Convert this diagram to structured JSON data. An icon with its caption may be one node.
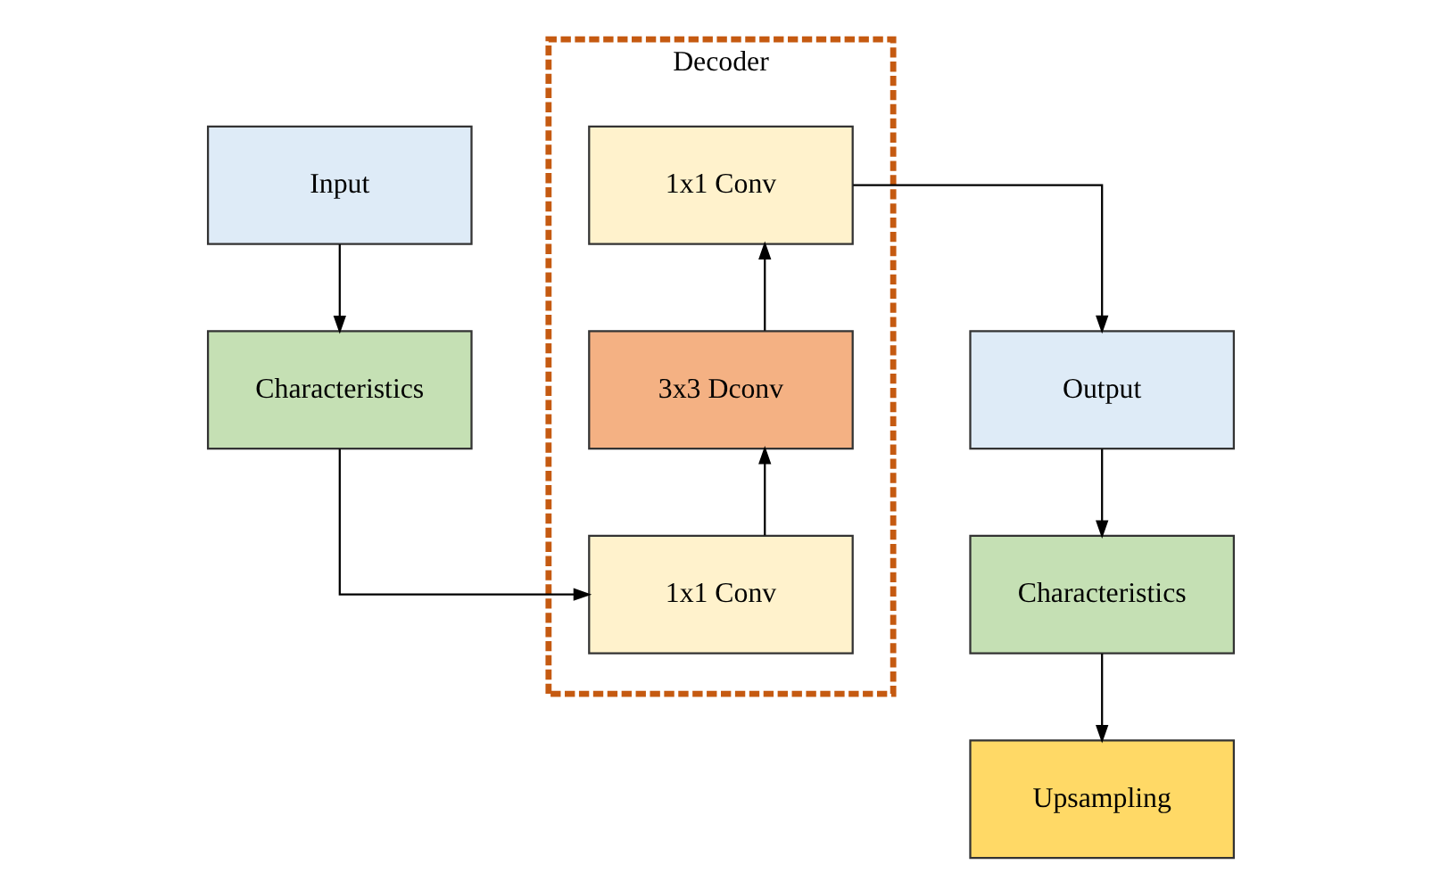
{
  "diagram": {
    "nodes": [
      {
        "text": [
          "Input"
        ]
      },
      {
        "text": [
          "Characteristics"
        ]
      },
      {
        "text": [
          "Decoder"
        ]
      },
      {
        "text": [
          "1x1 Conv"
        ],
        "in": 2
      },
      {
        "text": [
          "3x3 Dconv"
        ],
        "in": 2
      },
      {
        "text": [
          "1x1 Conv"
        ],
        "in": 2
      },
      {
        "text": [
          "Output"
        ]
      },
      {
        "text": [
          "Characteristics"
        ]
      },
      {
        "text": [
          "Upsampling"
        ]
      }
    ],
    "edges": [
      {
        "from": 0,
        "to": 1,
        "arrow": "to"
      },
      {
        "from": 1,
        "to": 5,
        "arrow": "to"
      },
      {
        "from": 5,
        "to": 4,
        "arrow": "to"
      },
      {
        "from": 4,
        "to": 3,
        "arrow": "to"
      },
      {
        "from": 3,
        "to": 6,
        "arrow": "to"
      },
      {
        "from": 6,
        "to": 7,
        "arrow": "to"
      },
      {
        "from": 7,
        "to": 8,
        "arrow": "to"
      }
    ]
  }
}
